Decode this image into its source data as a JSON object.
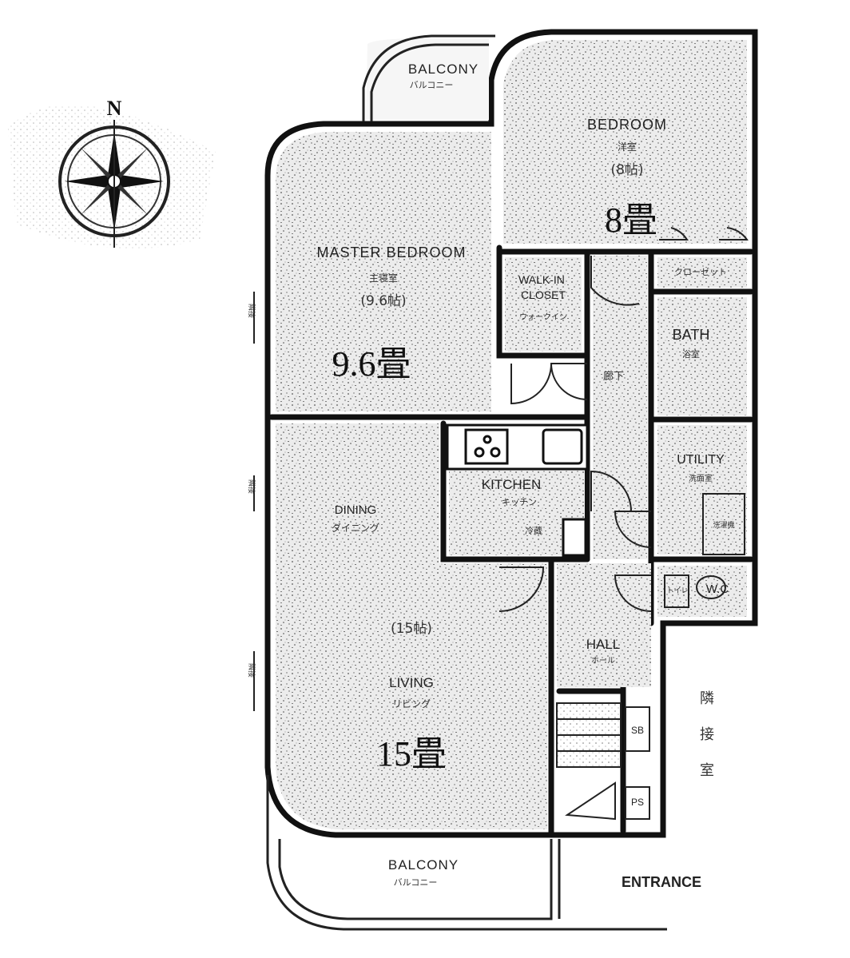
{
  "compass": {
    "north_label": "N"
  },
  "rooms": {
    "balcony_top": {
      "label": "BALCONY",
      "sub": "バルコニー"
    },
    "bedroom": {
      "label": "BEDROOM",
      "sub": "洋室",
      "size": "(8帖)",
      "tatami": "8畳"
    },
    "master_bedroom": {
      "label": "MASTER BEDROOM",
      "sub": "主寝室",
      "size": "(9.6帖)",
      "tatami": "9.6畳"
    },
    "walkin_closet": {
      "label_1": "WALK-IN",
      "label_2": "CLOSET",
      "sub": "ウォークイン"
    },
    "closet_top": {
      "label": "クローゼット"
    },
    "bath": {
      "label": "BATH",
      "sub": "浴室"
    },
    "corridor": {
      "label": "廊下"
    },
    "utility": {
      "label": "UTILITY",
      "sub": "洗面室"
    },
    "washer": {
      "label": "洗濯機"
    },
    "wc": {
      "label": "W.C",
      "sub": "トイレ"
    },
    "kitchen": {
      "label": "KITCHEN",
      "sub": "キッチン",
      "fridge": "冷蔵"
    },
    "dining": {
      "label": "DINING",
      "sub": "ダイニング"
    },
    "living": {
      "label": "LIVING",
      "sub": "リビング",
      "size": "(15帖)",
      "tatami": "15畳"
    },
    "hall": {
      "label": "HALL",
      "sub": "ホール"
    },
    "shoe_box": {
      "label": "SB"
    },
    "ps": {
      "label": "PS"
    },
    "balcony_bottom": {
      "label": "BALCONY",
      "sub": "バルコニー"
    }
  },
  "side_labels": {
    "neighbor": [
      "隣",
      "接",
      "室"
    ],
    "entrance": "ENTRANCE"
  },
  "dimension_marks": [
    "隣接",
    "隣接",
    "隣接"
  ]
}
